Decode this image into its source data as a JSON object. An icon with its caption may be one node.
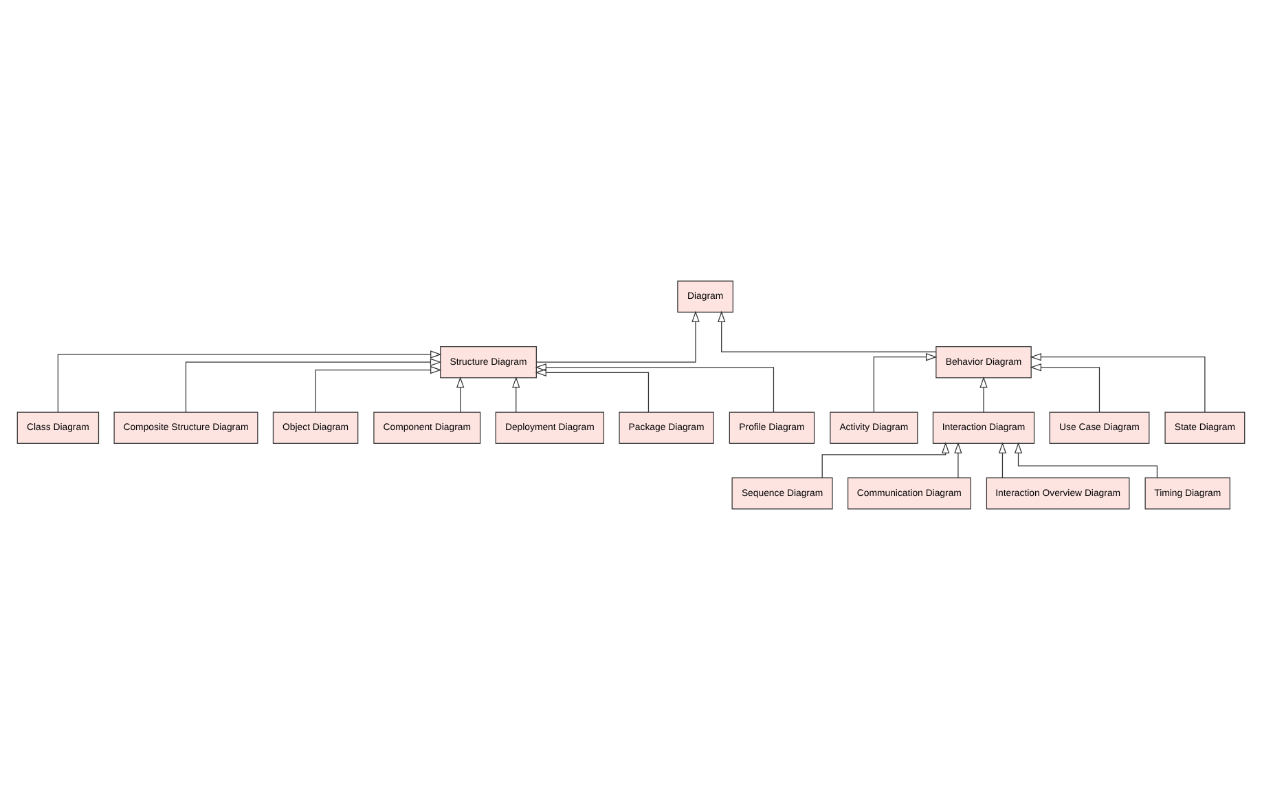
{
  "diagram": {
    "nodes": [
      {
        "text": [
          "Diagram"
        ]
      },
      {
        "text": [
          "Structure Diagram"
        ]
      },
      {
        "text": [
          "Behavior Diagram"
        ]
      },
      {
        "text": [
          "Class Diagram"
        ]
      },
      {
        "text": [
          "Composite Structure Diagram"
        ]
      },
      {
        "text": [
          "Object Diagram"
        ]
      },
      {
        "text": [
          "Component Diagram"
        ]
      },
      {
        "text": [
          "Deployment Diagram"
        ]
      },
      {
        "text": [
          "Package Diagram"
        ]
      },
      {
        "text": [
          "Profile Diagram"
        ]
      },
      {
        "text": [
          "Activity Diagram"
        ]
      },
      {
        "text": [
          "Interaction Diagram"
        ]
      },
      {
        "text": [
          "Use Case Diagram"
        ]
      },
      {
        "text": [
          "State Diagram"
        ]
      },
      {
        "text": [
          "Sequence Diagram"
        ]
      },
      {
        "text": [
          "Communication Diagram"
        ]
      },
      {
        "text": [
          "Interaction Overview Diagram"
        ]
      },
      {
        "text": [
          "Timing Diagram"
        ]
      }
    ],
    "edges": [
      {
        "from": 1,
        "to": 0,
        "arrow": "to"
      },
      {
        "from": 2,
        "to": 0,
        "arrow": "to"
      },
      {
        "from": 3,
        "to": 1,
        "arrow": "to"
      },
      {
        "from": 4,
        "to": 1,
        "arrow": "to"
      },
      {
        "from": 5,
        "to": 1,
        "arrow": "to"
      },
      {
        "from": 6,
        "to": 1,
        "arrow": "to"
      },
      {
        "from": 7,
        "to": 1,
        "arrow": "to"
      },
      {
        "from": 8,
        "to": 1,
        "arrow": "to"
      },
      {
        "from": 9,
        "to": 1,
        "arrow": "to"
      },
      {
        "from": 10,
        "to": 2,
        "arrow": "to"
      },
      {
        "from": 11,
        "to": 2,
        "arrow": "to"
      },
      {
        "from": 12,
        "to": 2,
        "arrow": "to"
      },
      {
        "from": 13,
        "to": 2,
        "arrow": "to"
      },
      {
        "from": 14,
        "to": 11,
        "arrow": "to"
      },
      {
        "from": 15,
        "to": 11,
        "arrow": "to"
      },
      {
        "from": 16,
        "to": 11,
        "arrow": "to"
      },
      {
        "from": 17,
        "to": 11,
        "arrow": "to"
      }
    ]
  }
}
